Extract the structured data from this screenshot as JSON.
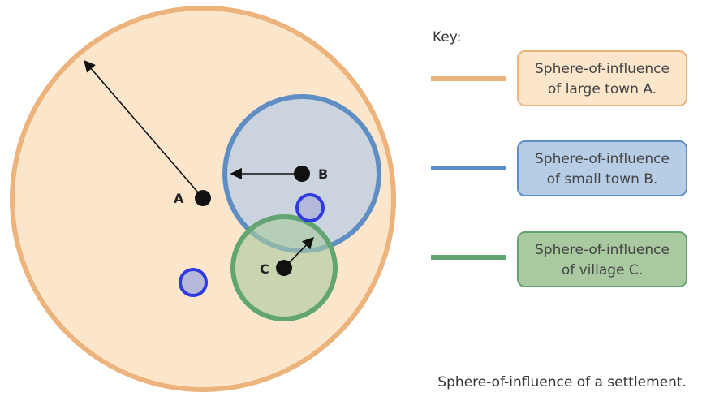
{
  "colors": {
    "large_town_stroke": "#EDB37C",
    "large_town_fill": "#FBE6CB",
    "small_town_stroke": "#5E8EC3",
    "small_town_fill": "#B7CCE5",
    "village_stroke": "#62A572",
    "village_fill": "#A9C9A0",
    "settlement_dot": "#111111",
    "marker_ring": "#2F3BE0",
    "marker_fill": "#B4B8DA",
    "arrow": "#111111"
  },
  "diagram": {
    "settlements": [
      {
        "id": "A",
        "label": "A"
      },
      {
        "id": "B",
        "label": "B"
      },
      {
        "id": "C",
        "label": "C"
      }
    ]
  },
  "key": {
    "title": "Key:",
    "items": [
      {
        "id": "large",
        "line1": "Sphere-of-influence",
        "line2": "of large town A."
      },
      {
        "id": "small",
        "line1": "Sphere-of-influence",
        "line2": "of small town B."
      },
      {
        "id": "village",
        "line1": "Sphere-of-influence",
        "line2": "of village C."
      }
    ]
  },
  "caption": "Sphere-of-influence of a settlement."
}
